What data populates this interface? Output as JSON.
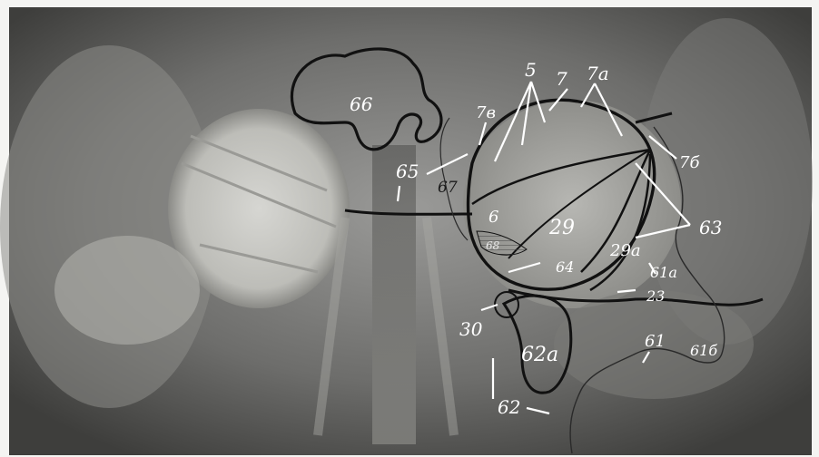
{
  "figure": {
    "labels": {
      "l5": "5",
      "l6": "6",
      "l7": "7",
      "l7a": "7a",
      "l7b_left": "7в",
      "l7b_right": "7б",
      "l23": "23",
      "l29": "29",
      "l29a": "29a",
      "l30": "30",
      "l61": "61",
      "l61a": "61a",
      "l61b": "61б",
      "l62": "62",
      "l62a": "62a",
      "l63": "63",
      "l64": "64",
      "l65": "65",
      "l66": "66",
      "l67": "67",
      "l68": "68"
    }
  }
}
